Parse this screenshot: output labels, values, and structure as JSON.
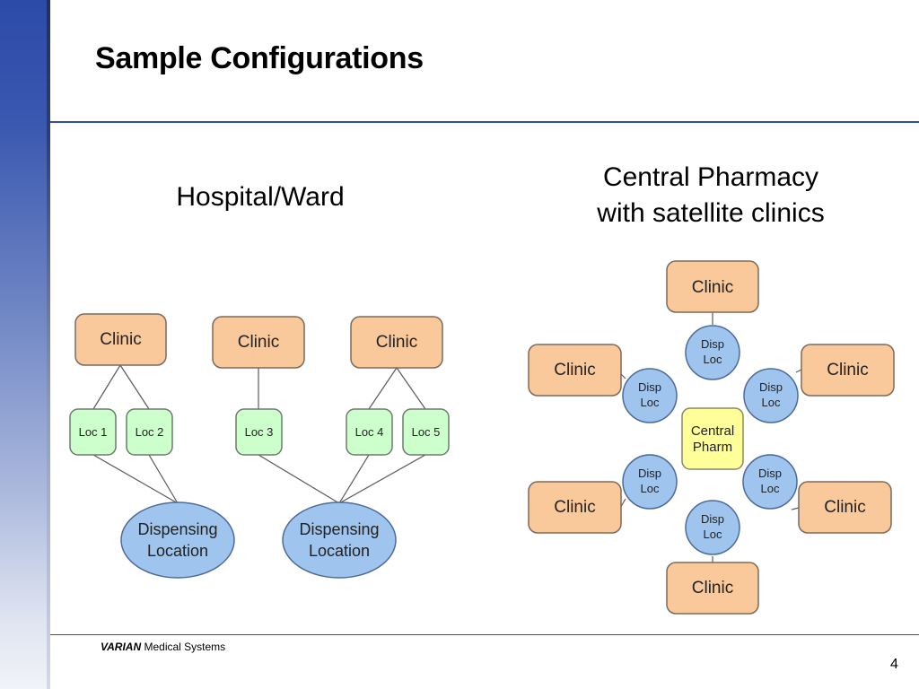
{
  "slide": {
    "title": "Sample Configurations",
    "page_number": "4",
    "footer": {
      "brand": "VARIAN",
      "brand_suffix": "Medical Systems"
    }
  },
  "colors": {
    "accent": "#2f4fa8",
    "clinic_fill": "#f9c89b",
    "loc_fill": "#ccffcc",
    "disp_fill": "#9fc5ee",
    "pharm_fill": "#ffff99"
  },
  "hospital_ward": {
    "heading": "Hospital/Ward",
    "clinics": [
      "Clinic",
      "Clinic",
      "Clinic"
    ],
    "locations": [
      "Loc 1",
      "Loc 2",
      "Loc 3",
      "Loc 4",
      "Loc 5"
    ],
    "dispensing": [
      {
        "line1": "Dispensing",
        "line2": "Location"
      },
      {
        "line1": "Dispensing",
        "line2": "Location"
      }
    ]
  },
  "central_pharmacy": {
    "heading_line1": "Central Pharmacy",
    "heading_line2": "with satellite clinics",
    "center": {
      "line1": "Central",
      "line2": "Pharm"
    },
    "disp": {
      "line1": "Disp",
      "line2": "Loc"
    },
    "clinics": [
      "Clinic",
      "Clinic",
      "Clinic",
      "Clinic",
      "Clinic",
      "Clinic"
    ]
  }
}
